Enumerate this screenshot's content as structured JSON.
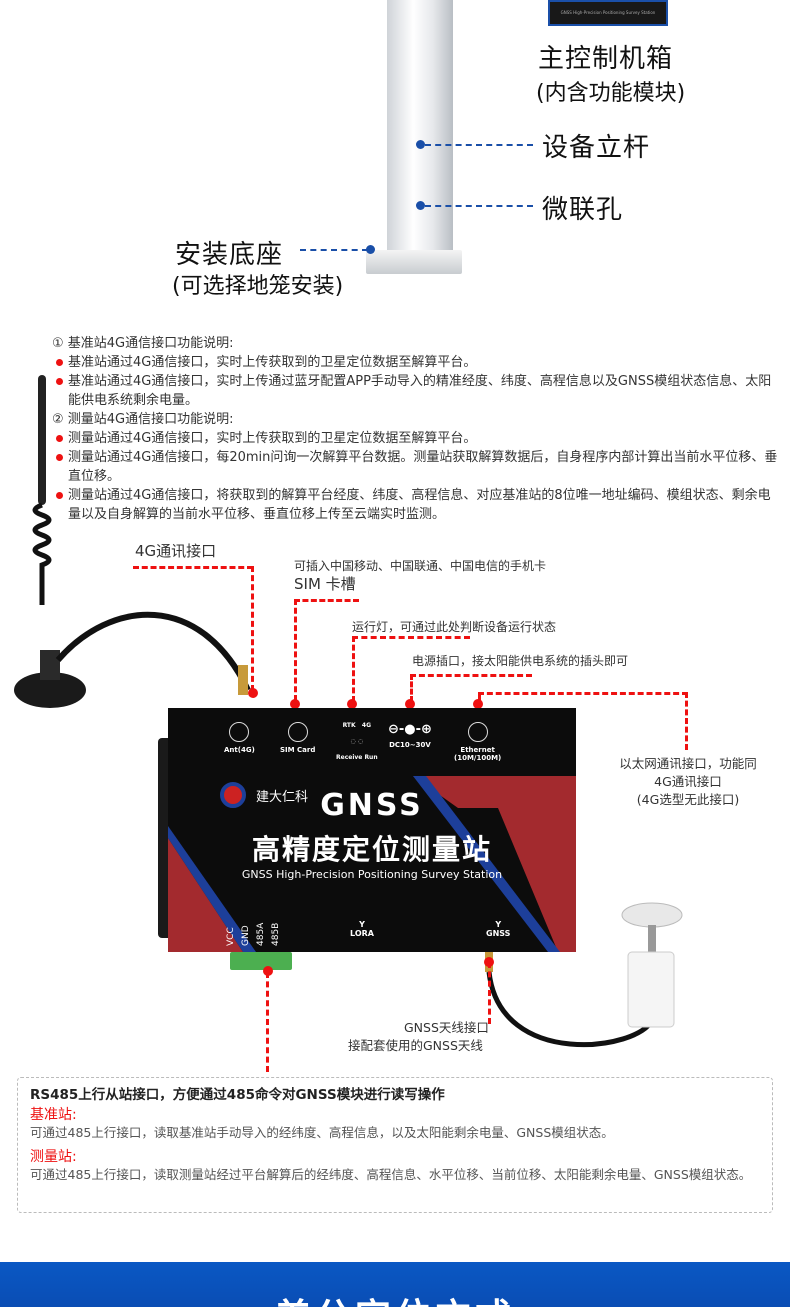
{
  "top": {
    "box_label_1": "主控制机箱",
    "box_label_2": "(内含功能模块)",
    "pole_label": "设备立杆",
    "hole_label": "微联孔",
    "base_label_1": "安装底座",
    "base_label_2": "(可选择地笼安装)",
    "box_plate_text": "GNSS High-Precision Positioning Survey Station"
  },
  "notes": {
    "base_title": "① 基准站4G通信接口功能说明:",
    "base_items": [
      "基准站通过4G通信接口，实时上传获取到的卫星定位数据至解算平台。",
      "基准站通过4G通信接口，实时上传通过蓝牙配置APP手动导入的精准经度、纬度、高程信息以及GNSS模组状态信息、太阳能供电系统剩余电量。"
    ],
    "rover_title": "② 测量站4G通信接口功能说明:",
    "rover_items": [
      "测量站通过4G通信接口，实时上传获取到的卫星定位数据至解算平台。",
      "测量站通过4G通信接口，每20min问询一次解算平台数据。测量站获取解算数据后，自身程序内部计算出当前水平位移、垂直位移。",
      "测量站通过4G通信接口，将获取到的解算平台经度、纬度、高程信息、对应基准站的8位唯一地址编码、模组状态、剩余电量以及自身解算的当前水平位移、垂直位移上传至云端实时监测。"
    ]
  },
  "callouts": {
    "c4g": "4G通讯接口",
    "sim_desc": "可插入中国移动、中国联通、中国电信的手机卡",
    "sim": "SIM 卡槽",
    "led": "运行灯，可通过此处判断设备运行状态",
    "power": "电源插口，接太阳能供电系统的插头即可",
    "eth_1": "以太网通讯接口，功能同",
    "eth_2": "4G通讯接口",
    "eth_3": "(4G选型无此接口)",
    "gnss_1": "GNSS天线接口",
    "gnss_2": "接配套使用的GNSS天线"
  },
  "device": {
    "ports": [
      "Ant(4G)",
      "SIM Card",
      "DC10~30V",
      "Ethernet",
      "(10M/100M)"
    ],
    "led_top": "RTK   4G",
    "led_bottom": "Receive Run",
    "brand": "建大仁科",
    "title_en": "GNSS",
    "title_cn": "高精度定位测量站",
    "subtitle": "GNSS High-Precision Positioning Survey Station",
    "terminals": [
      "VCC",
      "GND",
      "485A",
      "485B"
    ],
    "lora": "LORA",
    "gnss": "GNSS"
  },
  "rs485": {
    "title": "RS485上行从站接口，方便通过485命令对GNSS模块进行读写操作",
    "base_label": "基准站:",
    "base_text": "可通过485上行接口，读取基准站手动导入的经纬度、高程信息，以及太阳能剩余电量、GNSS模组状态。",
    "rover_label": "测量站:",
    "rover_text": "可通过485上行接口，读取测量站经过平台解算后的经纬度、高程信息、水平位移、当前位移、太阳能剩余电量、GNSS模组状态。"
  },
  "banner": {
    "title": "差分定位方式"
  },
  "colors": {
    "red": "#e11111",
    "blue": "#1a4fa8",
    "banner": "#0a58c4"
  }
}
